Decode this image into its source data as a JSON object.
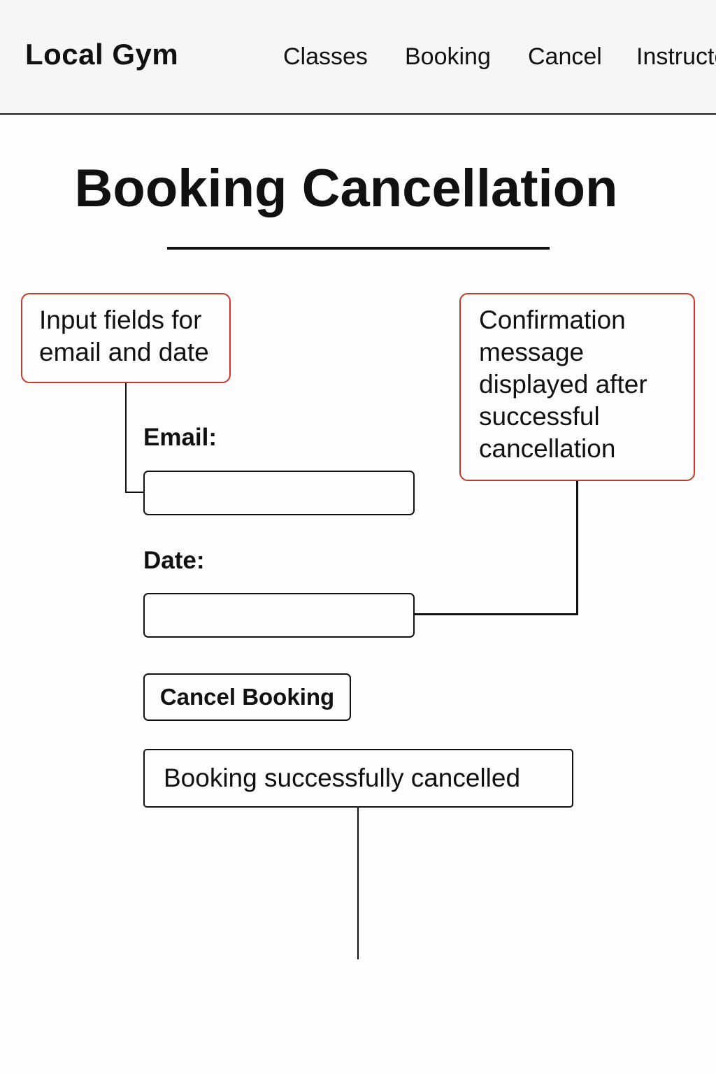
{
  "header": {
    "brand": "Local Gym",
    "nav": [
      {
        "label": "Classes"
      },
      {
        "label": "Booking"
      },
      {
        "label": "Cancel"
      },
      {
        "label": "Instructors"
      }
    ]
  },
  "main": {
    "title": "Booking Cancellation",
    "form": {
      "email_label": "Email:",
      "email_value": "",
      "date_label": "Date:",
      "date_value": "",
      "submit_label": "Cancel Booking"
    },
    "confirmation": "Booking successfully cancelled"
  },
  "annotations": {
    "inputs_note": "Input fields for\nemail and date",
    "confirmation_note": "Confirmation\nmessage\ndisplayed after\nsuccessful\ncancellation"
  },
  "colors": {
    "annotation_border": "#c0392b",
    "ink": "#111111",
    "header_bg": "#f6f6f6"
  }
}
